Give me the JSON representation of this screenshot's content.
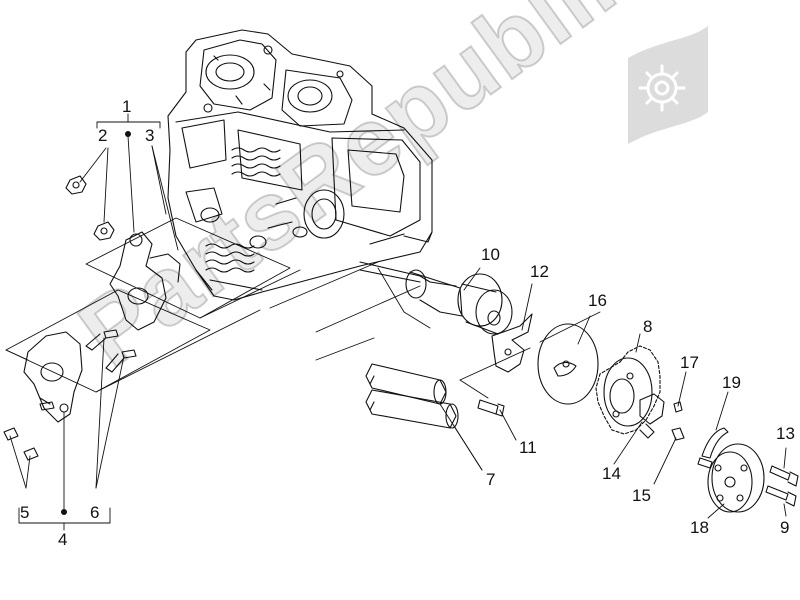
{
  "watermark": {
    "text": "PartsRepublik",
    "logo_icon": "gear-flag-icon"
  },
  "labels": {
    "p1": "1",
    "p2": "2",
    "p3": "3",
    "p4": "4",
    "p5": "5",
    "p6": "6",
    "p7": "7",
    "p8": "8",
    "p9": "9",
    "p10": "10",
    "p11": "11",
    "p12": "12",
    "p13": "13",
    "p14": "14",
    "p15": "15",
    "p16": "16",
    "p17": "17",
    "p18": "18",
    "p19": "19"
  },
  "colors": {
    "line": "#111111",
    "watermark": "#d9d9d9"
  }
}
